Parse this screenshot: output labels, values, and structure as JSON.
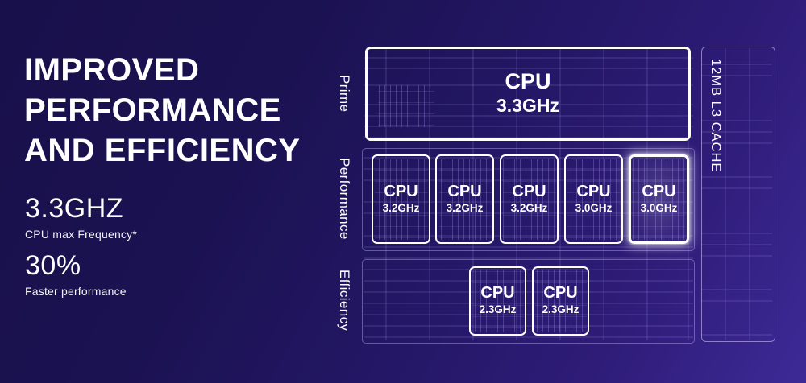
{
  "page": {
    "heading_lines": [
      "IMPROVED",
      "PERFORMANCE",
      "AND EFFICIENCY"
    ]
  },
  "stats": [
    {
      "value": "3.3GHZ",
      "caption": "CPU max Frequency*"
    },
    {
      "value": "30%",
      "caption": "Faster performance"
    }
  ],
  "diagram": {
    "cache_label": "12MB L3 CACHE",
    "rows": [
      {
        "label": "Prime",
        "cores": [
          {
            "name": "CPU",
            "freq": "3.3GHz",
            "highlighted": false
          }
        ]
      },
      {
        "label": "Performance",
        "cores": [
          {
            "name": "CPU",
            "freq": "3.2GHz",
            "highlighted": false
          },
          {
            "name": "CPU",
            "freq": "3.2GHz",
            "highlighted": false
          },
          {
            "name": "CPU",
            "freq": "3.2GHz",
            "highlighted": false
          },
          {
            "name": "CPU",
            "freq": "3.0GHz",
            "highlighted": false
          },
          {
            "name": "CPU",
            "freq": "3.0GHz",
            "highlighted": true
          }
        ]
      },
      {
        "label": "Efficiency",
        "cores": [
          {
            "name": "CPU",
            "freq": "2.3GHz",
            "highlighted": false
          },
          {
            "name": "CPU",
            "freq": "2.3GHz",
            "highlighted": false
          }
        ]
      }
    ]
  },
  "colors": {
    "background_top": "#18104a",
    "background_bottom": "#3d2a96",
    "text": "#ffffff",
    "grid_line": "#a896ee",
    "core_border": "#ffffff"
  }
}
